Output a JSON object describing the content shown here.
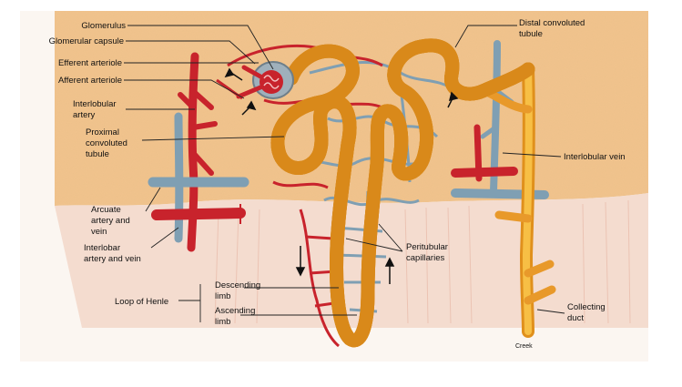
{
  "labels": {
    "glomerulus": "Glomerulus",
    "glomerular_capsule": "Glomerular capsule",
    "efferent_arteriole": "Efferent arteriole",
    "afferent_arteriole": "Afferent arteriole",
    "interlobular_artery_1": "Interlobular",
    "interlobular_artery_2": "artery",
    "proximal_1": "Proximal",
    "proximal_2": "convoluted",
    "proximal_3": "tubule",
    "arcuate_1": "Arcuate",
    "arcuate_2": "artery and",
    "arcuate_3": "vein",
    "interlobar_1": "Interlobar",
    "interlobar_2": "artery and vein",
    "loop_of_henle": "Loop of Henle",
    "descending_1": "Descending",
    "descending_2": "limb",
    "ascending_1": "Ascending",
    "ascending_2": "limb",
    "distal_1": "Distal convoluted",
    "distal_2": "tubule",
    "interlobular_vein": "Interlobular vein",
    "peritubular_1": "Peritubular",
    "peritubular_2": "capillaries",
    "collecting_1": "Collecting",
    "collecting_2": "duct",
    "credit": "Creek"
  },
  "colors": {
    "cortex": "#f1c48e",
    "medulla": "#f3d9cc",
    "artery": "#c8232c",
    "vein": "#7f9fb3",
    "tubule": "#f2a526",
    "tubule_highlight": "#fbd977",
    "leader": "#222222"
  }
}
